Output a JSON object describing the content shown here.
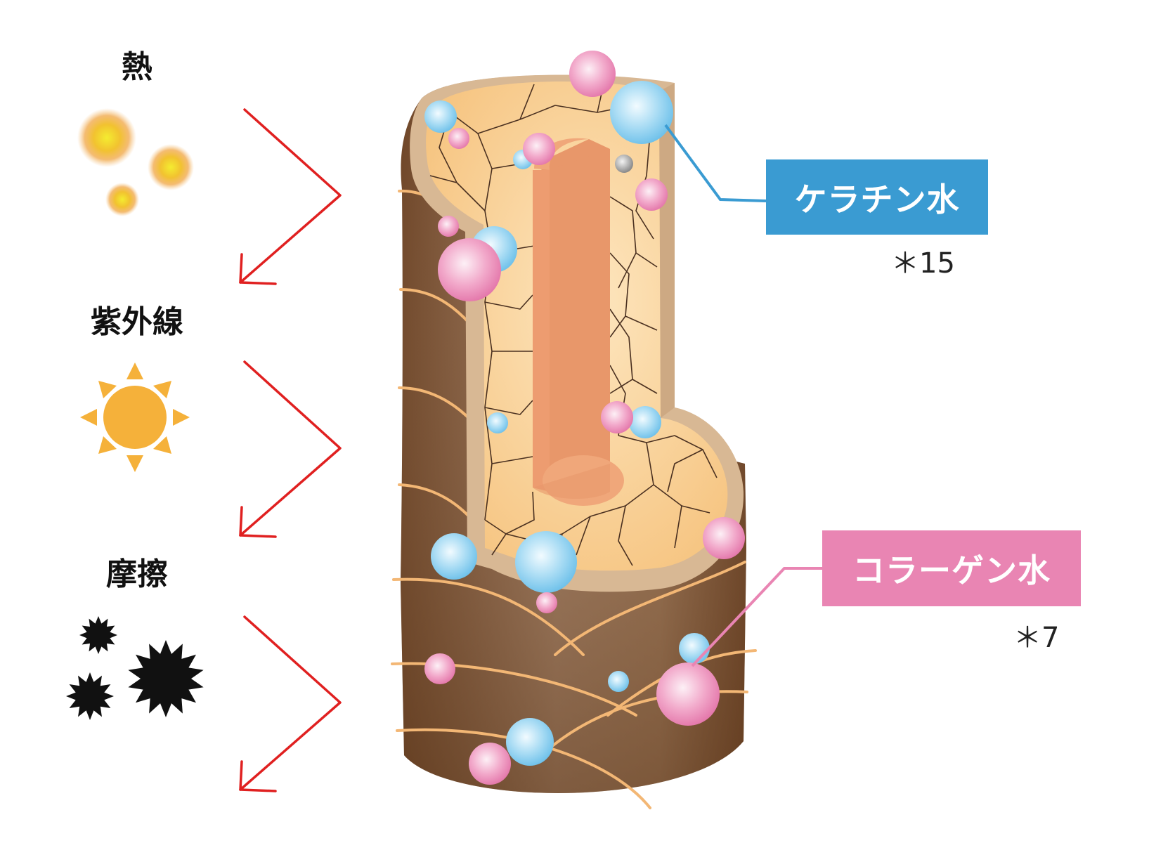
{
  "factors": [
    {
      "label": "熱",
      "icon": "heat-glow-icon"
    },
    {
      "label": "紫外線",
      "icon": "sun-icon"
    },
    {
      "label": "摩擦",
      "icon": "friction-burst-icon"
    }
  ],
  "callouts": {
    "keratin": {
      "label": "ケラチン水",
      "note": "＊15",
      "color": "#3a9bd2"
    },
    "collagen": {
      "label": "コラーゲン水",
      "note": "＊7",
      "color": "#e985b3"
    }
  },
  "colors": {
    "arrow": "#e02020",
    "heat": "#f2c230",
    "sun": "#f5b13a",
    "cuticle": "#8a5a36",
    "cortex": "#f8cf94",
    "medulla": "#e8976a",
    "blue_bubble": "#86cdef",
    "pink_bubble": "#ec8fbb"
  }
}
